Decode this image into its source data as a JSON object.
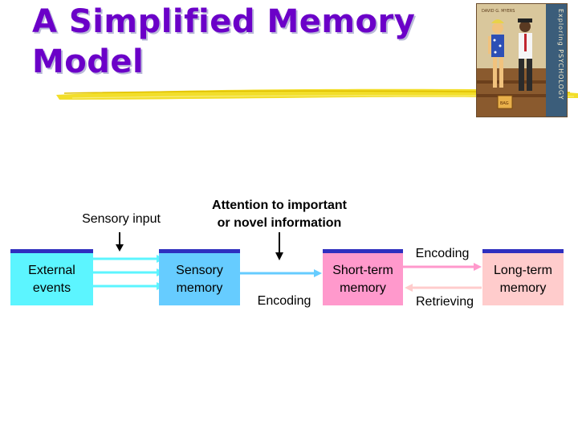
{
  "title": {
    "line1": "A Simplified Memory",
    "line2": "Model"
  },
  "book_cover": {
    "spine_text": "Exploring PSYCHOLOGY",
    "author": "DAVID G. MYERS"
  },
  "colors": {
    "title": "#6b00c8",
    "external_events": "#5cf5ff",
    "sensory_memory": "#66ccff",
    "short_term_memory": "#ff99cc",
    "long_term_memory": "#ffcccc",
    "box_top_bar": "#2f2fbf",
    "arrow_cyan": "#5cf5ff",
    "arrow_blue": "#66ccff",
    "arrow_pink": "#ff99cc",
    "arrow_light_pink": "#ffcccc"
  },
  "diagram": {
    "labels": {
      "sensory_input": "Sensory input",
      "attention": "Attention to important or novel information",
      "attention_line1": "Attention to important",
      "attention_line2": "or novel information",
      "encoding_top": "Encoding",
      "encoding_bottom": "Encoding",
      "retrieving": "Retrieving"
    },
    "boxes": {
      "external_events": {
        "line1": "External",
        "line2": "events"
      },
      "sensory_memory": {
        "line1": "Sensory",
        "line2": "memory"
      },
      "short_term_memory": {
        "line1": "Short-term",
        "line2": "memory"
      },
      "long_term_memory": {
        "line1": "Long-term",
        "line2": "memory"
      }
    }
  }
}
